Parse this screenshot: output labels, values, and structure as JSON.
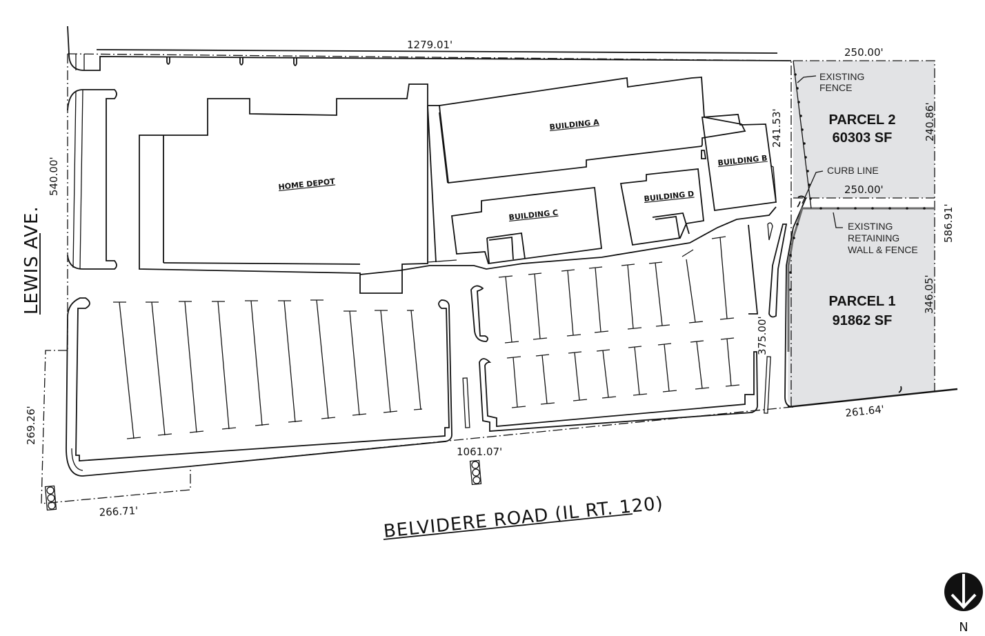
{
  "roads": {
    "south": "BELVIDERE ROAD (IL RT. 120)",
    "west": "LEWIS AVE."
  },
  "buildings": [
    {
      "id": "home-depot",
      "label": "HOME DEPOT"
    },
    {
      "id": "building-a",
      "label": "BUILDING A"
    },
    {
      "id": "building-b",
      "label": "BUILDING B"
    },
    {
      "id": "building-c",
      "label": "BUILDING C"
    },
    {
      "id": "building-d",
      "label": "BUILDING D"
    }
  ],
  "parcels": [
    {
      "name": "PARCEL 2",
      "area": "60303 SF",
      "fill": "#e2e3e5"
    },
    {
      "name": "PARCEL 1",
      "area": "91862 SF",
      "fill": "#e2e3e5"
    }
  ],
  "dimensions": {
    "north_total": "1279.01'",
    "west_upper": "540.00'",
    "west_lower": "269.26'",
    "south_left": "266.71'",
    "south_main": "1061.07'",
    "interior_b": "241.53'",
    "interior_lower": "375.00'",
    "parcel2_north": "250.00'",
    "parcel2_south": "250.00'",
    "parcel2_east": "240.86'",
    "east_total": "586.91'",
    "parcel1_east": "346.05'",
    "parcel1_south": "261.64'"
  },
  "notes": {
    "existing_fence": [
      "EXISTING",
      "FENCE"
    ],
    "curb_line": "CURB LINE",
    "retaining_wall": [
      "EXISTING",
      "RETAINING",
      "WALL & FENCE"
    ]
  },
  "north_arrow": {
    "label": "N",
    "icon": "north-arrow-icon"
  },
  "traffic_signals": 2
}
